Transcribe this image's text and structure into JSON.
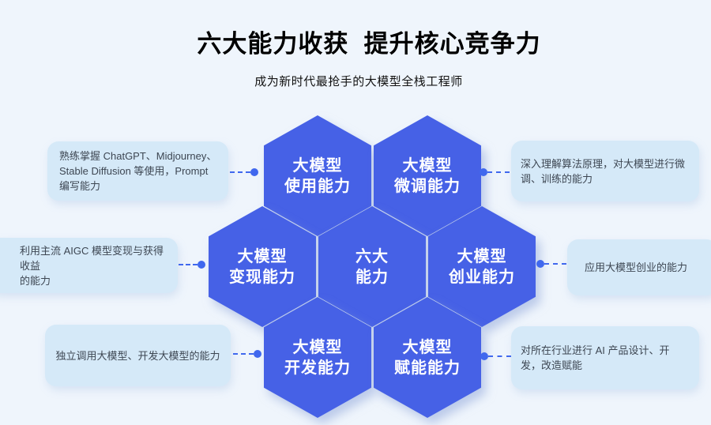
{
  "header": {
    "title": "六大能力收获  提升核心竞争力",
    "subtitle": "成为新时代最抢手的大模型全栈工程师"
  },
  "hexagons": {
    "center": {
      "label": "六大\n能力"
    },
    "usage": {
      "label": "大模型\n使用能力"
    },
    "finetune": {
      "label": "大模型\n微调能力"
    },
    "monetize": {
      "label": "大模型\n变现能力"
    },
    "startup": {
      "label": "大模型\n创业能力"
    },
    "develop": {
      "label": "大模型\n开发能力"
    },
    "empower": {
      "label": "大模型\n赋能能力"
    }
  },
  "callouts": {
    "left_top": {
      "text": "熟练掌握 ChatGPT、Midjourney、\nStable Diffusion 等使用，Prompt\n编写能力"
    },
    "left_middle": {
      "text": "利用主流 AIGC 模型变现与获得收益\n的能力"
    },
    "left_bottom": {
      "text": "独立调用大模型、开发大模型的能力"
    },
    "right_top": {
      "text": "深入理解算法原理，对大模型进行微\n调、训练的能力"
    },
    "right_middle": {
      "text": "应用大模型创业的能力"
    },
    "right_bottom": {
      "text": "对所在行业进行 AI 产品设计、开\n发，改造赋能"
    }
  },
  "colors": {
    "page_background": "#eff5fc",
    "hexagon_fill": "#4661e6",
    "hexagon_text": "#ffffff",
    "callout_background": "#d5e9f8",
    "callout_text": "#3d4652",
    "connector": "#4068ee",
    "title_text": "#000000"
  }
}
